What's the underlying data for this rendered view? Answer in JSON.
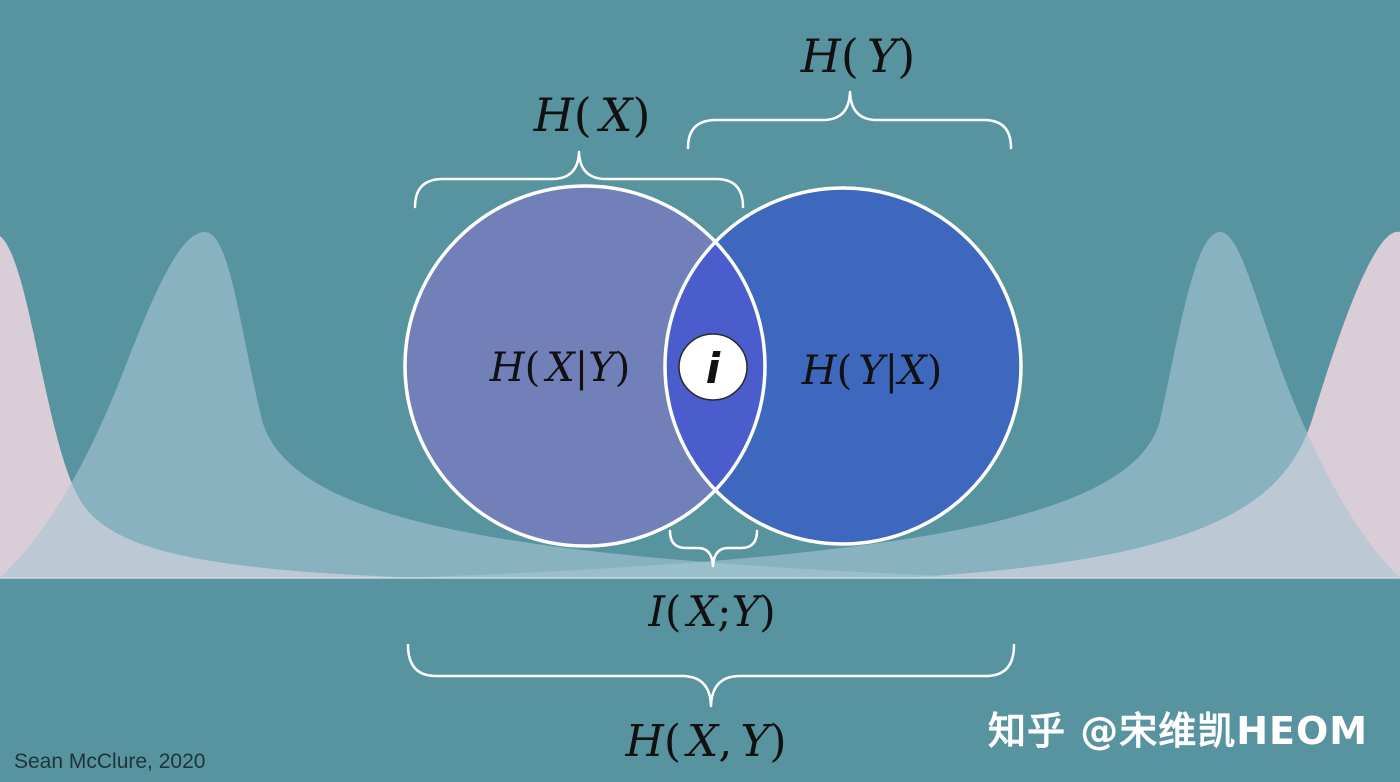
{
  "labels": {
    "hx": {
      "func": "H",
      "open": "(",
      "var": "X",
      "close": ")"
    },
    "hy": {
      "func": "H",
      "open": "(",
      "var": "Y",
      "close": ")"
    },
    "hx_given_y": {
      "func": "H",
      "open": "(",
      "var": "X",
      "sep": "|",
      "var2": "Y",
      "close": ")"
    },
    "hy_given_x": {
      "func": "H",
      "open": "(",
      "var": "Y",
      "sep": "|",
      "var2": "X",
      "close": ")"
    },
    "mutual_info": {
      "func": "I",
      "open": "(",
      "var": "X",
      "sep": ";",
      "var2": "Y",
      "close": ")"
    },
    "joint": {
      "func": "H",
      "open": "(",
      "var": "X",
      "sep": ",",
      "var2": "Y",
      "close": ")"
    },
    "intersection_symbol": "i"
  },
  "credit": "Sean McClure, 2020",
  "watermark": "知乎 @宋维凯HEOM",
  "colors": {
    "background": "#5893a0",
    "circle_x": "#7180b9",
    "circle_y": "#3d68bd",
    "intersection": "#4b5dcc",
    "outline": "#ffffff",
    "curve_blue": "#a9c6d4",
    "curve_pink": "#e8d4de"
  }
}
